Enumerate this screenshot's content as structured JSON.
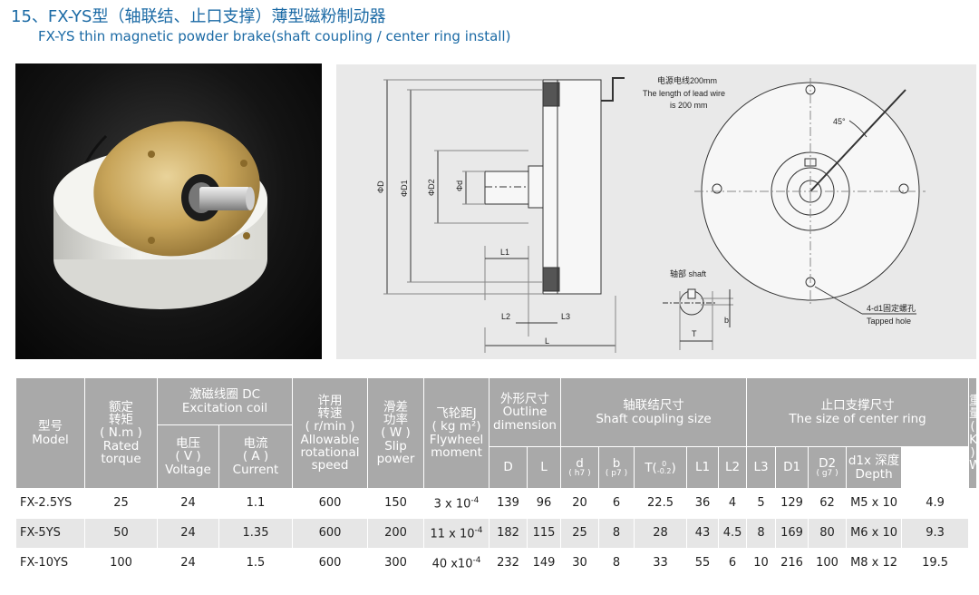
{
  "title": {
    "cn": "15、FX-YS型（轴联结、止口支撑）薄型磁粉制动器",
    "en": "FX-YS thin magnetic  powder brake(shaft coupling / center ring install)"
  },
  "drawing": {
    "phi_d": "ΦD",
    "phi_d1": "ΦD1",
    "phi_d2": "ΦD2",
    "phi_small_d": "Φd",
    "l1": "L1",
    "l2": "L2",
    "l3": "L3",
    "l": "L",
    "lead_cn": "电源电线200mm",
    "lead_en1": "The length of lead wire",
    "lead_en2": "is 200 mm",
    "angle": "45°",
    "shaft": "轴部 shaft",
    "b": "b",
    "t": "T",
    "hole_cn": "4-d1固定螺孔",
    "hole_en": "Tapped hole"
  },
  "table": {
    "model": {
      "cn": "型号",
      "en": "Model"
    },
    "torque": {
      "cn1": "额定",
      "cn2": "转矩",
      "unit": "( N.m )",
      "en1": "Rated",
      "en2": "torque"
    },
    "coil": {
      "cn": "激磁线圈 DC",
      "en": "Excitation coil"
    },
    "voltage": {
      "cn": "电压",
      "unit": "( V )",
      "en": "Voltage"
    },
    "current": {
      "cn": "电流",
      "unit": "( A )",
      "en": "Current"
    },
    "speed": {
      "cn1": "许用",
      "cn2": "转速",
      "unit": "( r/min )",
      "en1": "Allowable",
      "en2": "rotational",
      "en3": "speed"
    },
    "slip": {
      "cn1": "滑差",
      "cn2": "功率",
      "unit": "( W )",
      "en1": "Slip",
      "en2": "power"
    },
    "flywheel": {
      "cn": "飞轮距J",
      "unit": "( kg m²)",
      "en1": "Flywheel",
      "en2": "moment"
    },
    "outline": {
      "cn": "外形尺寸",
      "en1": "Outline",
      "en2": "dimension"
    },
    "shaft_coupling": {
      "cn": "轴联结尺寸",
      "en": "Shaft coupling size"
    },
    "center_ring": {
      "cn": "止口支撑尺寸",
      "en": "The size of center ring"
    },
    "weight": {
      "cn": "重量",
      "unit": "( Kg )",
      "en": "Weight"
    },
    "sub": {
      "D": "D",
      "L": "L",
      "d": "d",
      "d_tol": "( h7 )",
      "b": "b",
      "b_tol": "( p7 )",
      "T": "T(",
      "T_tol_top": "0",
      "T_tol_bot": "-0.2",
      "T_close": ")",
      "L1": "L1",
      "L2": "L2",
      "L3": "L3",
      "D1": "D1",
      "D2": "D2",
      "D2_tol": "( g7 )",
      "d1_cn": "d1x 深度",
      "d1_en": "Depth"
    },
    "rows": [
      {
        "model": "FX-2.5YS",
        "torque": "25",
        "voltage": "24",
        "current": "1.1",
        "speed": "600",
        "slip": "150",
        "flywheel_base": "3 x 10",
        "flywheel_exp": "-4",
        "D": "139",
        "L": "96",
        "d": "20",
        "b": "6",
        "T": "22.5",
        "L1": "36",
        "L2": "4",
        "L3": "5",
        "D1": "129",
        "D2": "62",
        "d1": "M5 x 10",
        "weight": "4.9"
      },
      {
        "model": "FX-5YS",
        "torque": "50",
        "voltage": "24",
        "current": "1.35",
        "speed": "600",
        "slip": "200",
        "flywheel_base": "11 x 10",
        "flywheel_exp": "-4",
        "D": "182",
        "L": "115",
        "d": "25",
        "b": "8",
        "T": "28",
        "L1": "43",
        "L2": "4.5",
        "L3": "8",
        "D1": "169",
        "D2": "80",
        "d1": "M6 x 10",
        "weight": "9.3"
      },
      {
        "model": "FX-10YS",
        "torque": "100",
        "voltage": "24",
        "current": "1.5",
        "speed": "600",
        "slip": "300",
        "flywheel_base": "40 x10",
        "flywheel_exp": "-4",
        "D": "232",
        "L": "149",
        "d": "30",
        "b": "8",
        "T": "33",
        "L1": "55",
        "L2": "6",
        "L3": "10",
        "D1": "216",
        "D2": "100",
        "d1": "M8 x 12",
        "weight": "19.5"
      }
    ]
  }
}
